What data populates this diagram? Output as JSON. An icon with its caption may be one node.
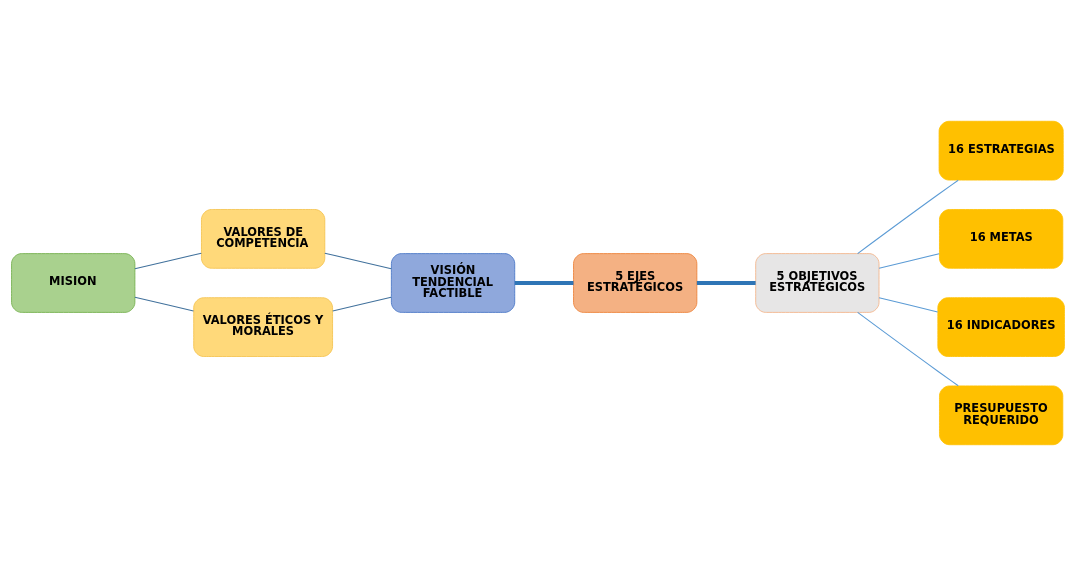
{
  "diagram": {
    "nodes": [
      {
        "text": [
          "VALORES DE COMPETENCIA"
        ]
      },
      {
        "text": [
          "MISION"
        ]
      },
      {
        "text": [
          "VISIÓN TENDENCIAL FACTIBLE"
        ]
      },
      {
        "text": [
          "5 EJES ESTRATÉGICOS"
        ]
      },
      {
        "text": [
          "5 OBJETIVOS ESTRATÉGICOS"
        ]
      },
      {
        "text": [
          "16 ESTRATEGIAS"
        ]
      },
      {
        "text": [
          "16 METAS"
        ]
      },
      {
        "text": [
          "16 INDICADORES"
        ]
      },
      {
        "text": [
          "PRESUPUESTO REQUERIDO"
        ]
      },
      {
        "text": [
          "VALORES ÉTICOS Y MORALES"
        ]
      }
    ],
    "edges": [
      {
        "from": 1,
        "to": 0,
        "arrow": "none",
        "color": "#41719c"
      },
      {
        "from": 0,
        "to": 2,
        "arrow": "none",
        "color": "#41719c"
      },
      {
        "from": 1,
        "to": 9,
        "arrow": "none",
        "color": "#41719c"
      },
      {
        "from": 9,
        "to": 2,
        "arrow": "none",
        "color": "#41719c"
      },
      {
        "from": 2,
        "to": 3,
        "arrow": "none",
        "style": "thick",
        "color": "#2e75b6"
      },
      {
        "from": 3,
        "to": 4,
        "arrow": "none",
        "style": "thick",
        "color": "#2e75b6"
      },
      {
        "from": 4,
        "to": 5,
        "arrow": "none"
      },
      {
        "from": 4,
        "to": 6,
        "arrow": "none"
      },
      {
        "from": 4,
        "to": 7,
        "arrow": "none"
      },
      {
        "from": 4,
        "to": 8,
        "arrow": "none"
      }
    ]
  }
}
